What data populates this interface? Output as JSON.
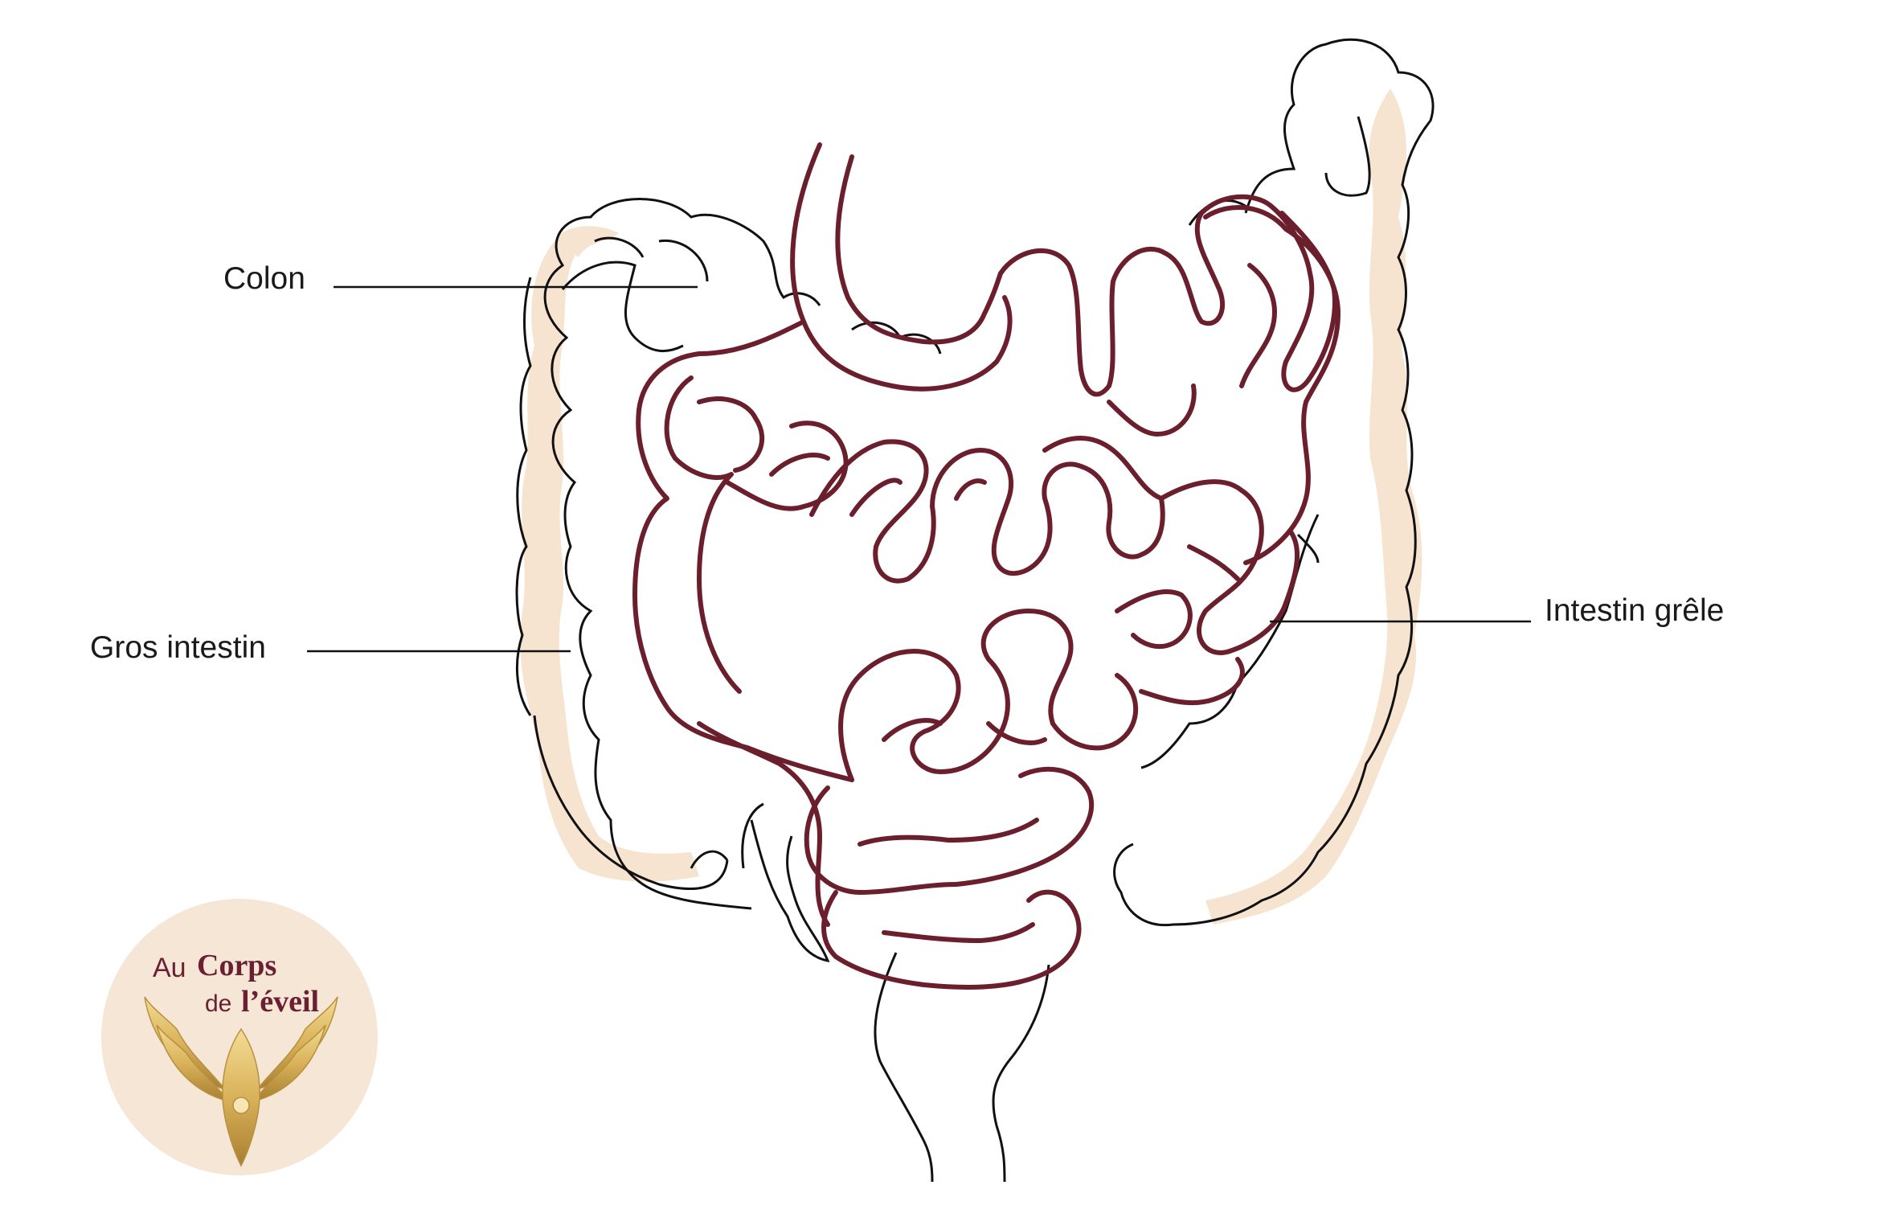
{
  "labels": {
    "colon": "Colon",
    "gros_intestin": "Gros intestin",
    "intestin_grele": "Intestin grêle"
  },
  "logo": {
    "line1_small": "Au",
    "line1_big": "Corps",
    "line2_small": "de",
    "line2_big": "l’éveil"
  },
  "colors": {
    "small_intestine_stroke": "#6b1f2d",
    "large_intestine_stroke": "#111111",
    "shading": "#f6e4d0",
    "logo_disc": "#f5e6d6",
    "logo_gold": "#d9b25a",
    "logo_text": "#6b1f33"
  }
}
